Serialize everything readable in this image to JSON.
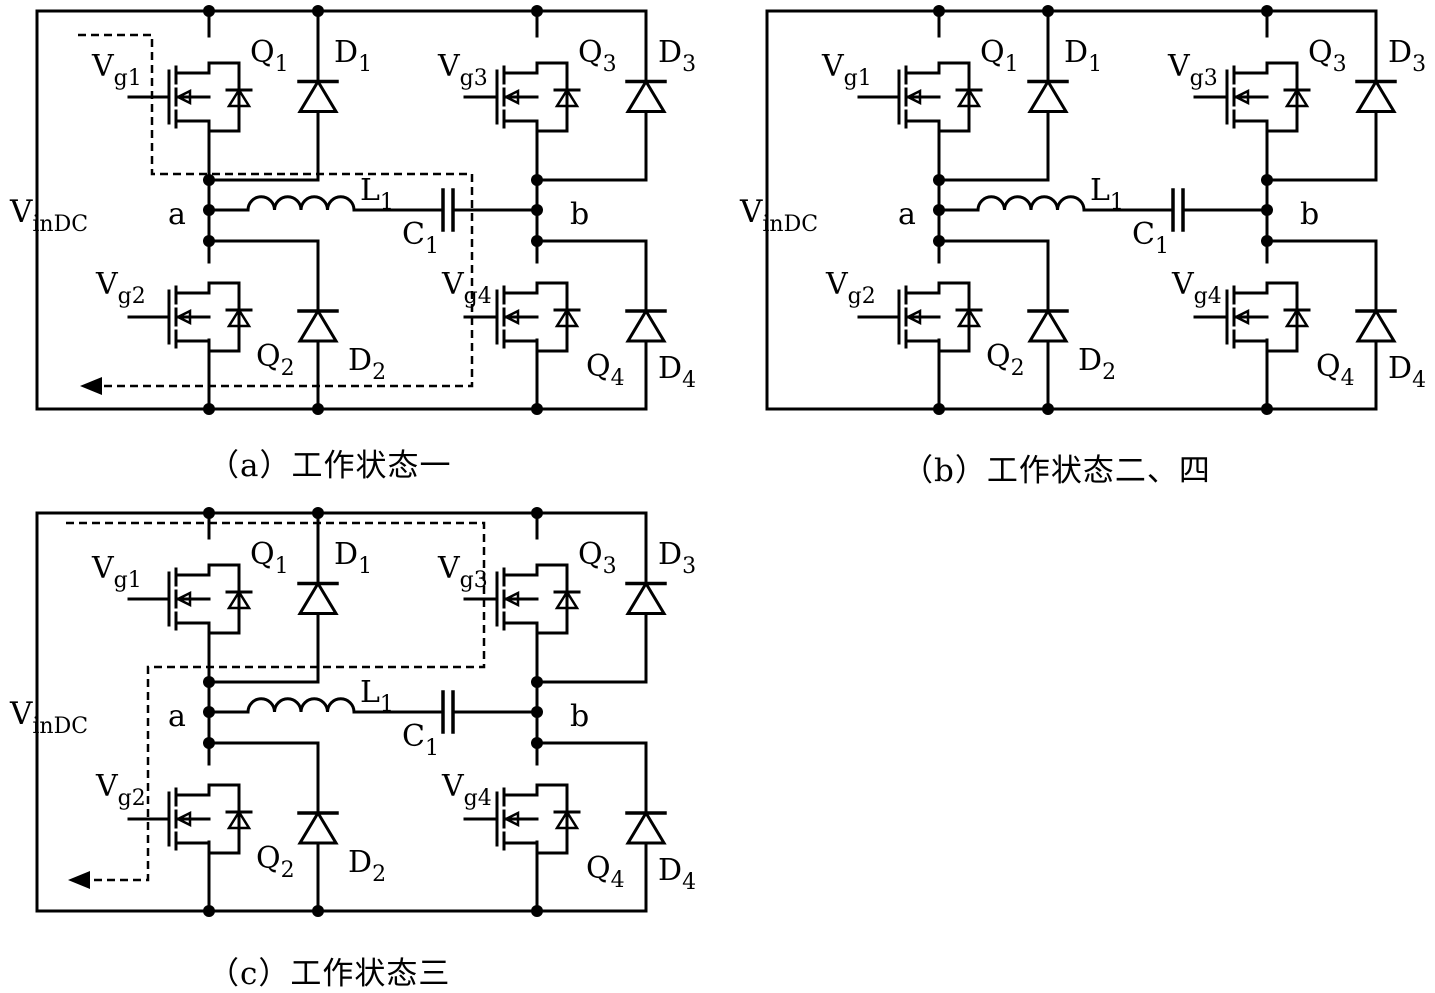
{
  "panels": [
    {
      "id": "a",
      "caption": "（a）工作状态一",
      "path": "state1",
      "labels": {
        "vin": "V",
        "vin_sub": "inDC",
        "node_a": "a",
        "node_b": "b",
        "q1": "Q",
        "q1_sub": "1",
        "q2": "Q",
        "q2_sub": "2",
        "q3": "Q",
        "q3_sub": "3",
        "q4": "Q",
        "q4_sub": "4",
        "d1": "D",
        "d1_sub": "1",
        "d2": "D",
        "d2_sub": "2",
        "d3": "D",
        "d3_sub": "3",
        "d4": "D",
        "d4_sub": "4",
        "vg1": "V",
        "vg1_sub": "g1",
        "vg2": "V",
        "vg2_sub": "g2",
        "vg3": "V",
        "vg3_sub": "g3",
        "vg4": "V",
        "vg4_sub": "g4",
        "l1": "L",
        "l1_sub": "1",
        "c1": "C",
        "c1_sub": "1"
      }
    },
    {
      "id": "b",
      "caption": "（b）工作状态二、四",
      "path": "none",
      "labels": {
        "vin": "V",
        "vin_sub": "inDC",
        "node_a": "a",
        "node_b": "b",
        "q1": "Q",
        "q1_sub": "1",
        "q2": "Q",
        "q2_sub": "2",
        "q3": "Q",
        "q3_sub": "3",
        "q4": "Q",
        "q4_sub": "4",
        "d1": "D",
        "d1_sub": "1",
        "d2": "D",
        "d2_sub": "2",
        "d3": "D",
        "d3_sub": "3",
        "d4": "D",
        "d4_sub": "4",
        "vg1": "V",
        "vg1_sub": "g1",
        "vg2": "V",
        "vg2_sub": "g2",
        "vg3": "V",
        "vg3_sub": "g3",
        "vg4": "V",
        "vg4_sub": "g4",
        "l1": "L",
        "l1_sub": "1",
        "c1": "C",
        "c1_sub": "1"
      }
    },
    {
      "id": "c",
      "caption": "（c）工作状态三",
      "path": "state3",
      "labels": {
        "vin": "V",
        "vin_sub": "inDC",
        "node_a": "a",
        "node_b": "b",
        "q1": "Q",
        "q1_sub": "1",
        "q2": "Q",
        "q2_sub": "2",
        "q3": "Q",
        "q3_sub": "3",
        "q4": "Q",
        "q4_sub": "4",
        "d1": "D",
        "d1_sub": "1",
        "d2": "D",
        "d2_sub": "2",
        "d3": "D",
        "d3_sub": "3",
        "d4": "D",
        "d4_sub": "4",
        "vg1": "V",
        "vg1_sub": "g1",
        "vg2": "V",
        "vg2_sub": "g2",
        "vg3": "V",
        "vg3_sub": "g3",
        "vg4": "V",
        "vg4_sub": "g4",
        "l1": "L",
        "l1_sub": "1",
        "c1": "C",
        "c1_sub": "1"
      }
    }
  ],
  "colors": {
    "wire": "#000000",
    "background": "#ffffff"
  }
}
